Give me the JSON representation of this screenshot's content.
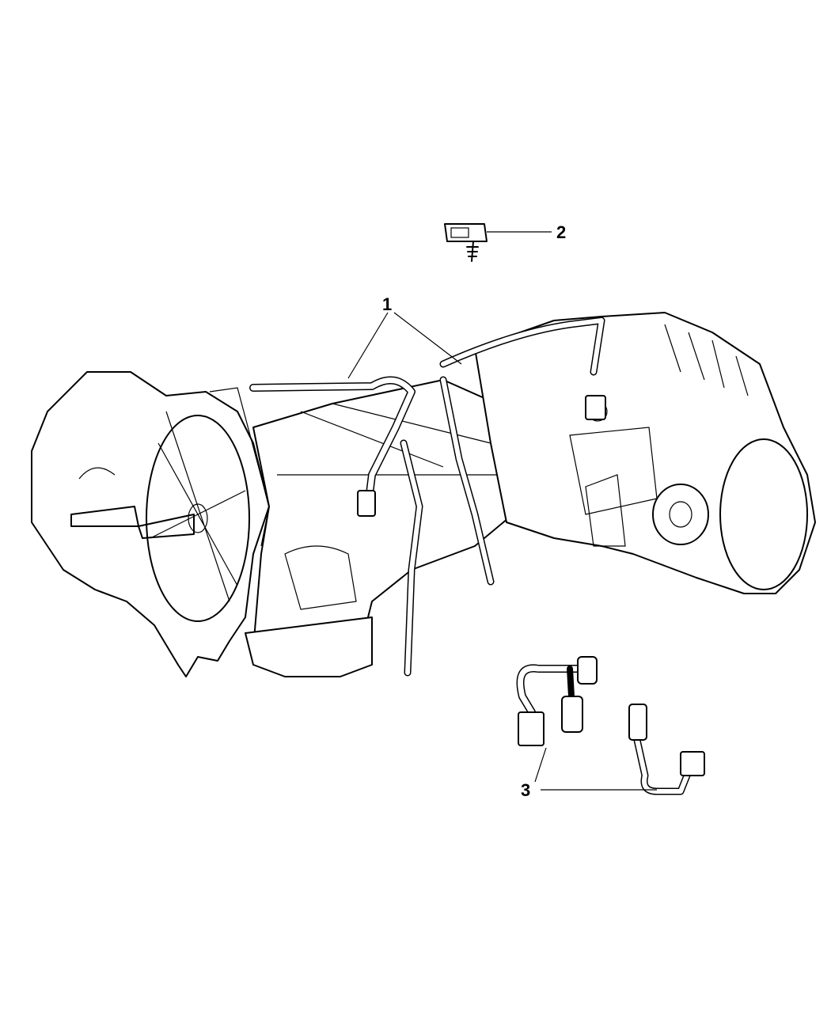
{
  "diagram": {
    "callouts": [
      {
        "number": "1",
        "part": "transmission-wiring-harness"
      },
      {
        "number": "2",
        "part": "harness-clip"
      },
      {
        "number": "3",
        "part": "transfer-case-wiring-harness"
      }
    ]
  }
}
